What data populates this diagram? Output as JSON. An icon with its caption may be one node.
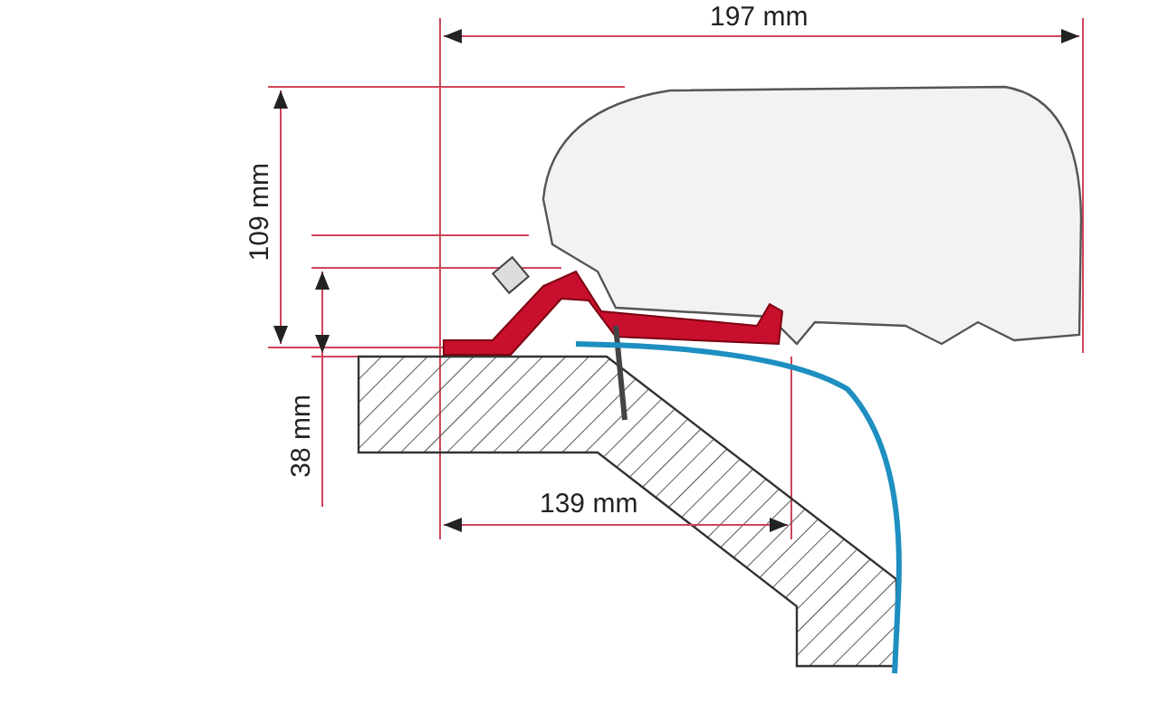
{
  "diagram": {
    "labels": [
      "197 mm",
      "109 mm",
      "38 mm",
      "139 mm"
    ]
  }
}
